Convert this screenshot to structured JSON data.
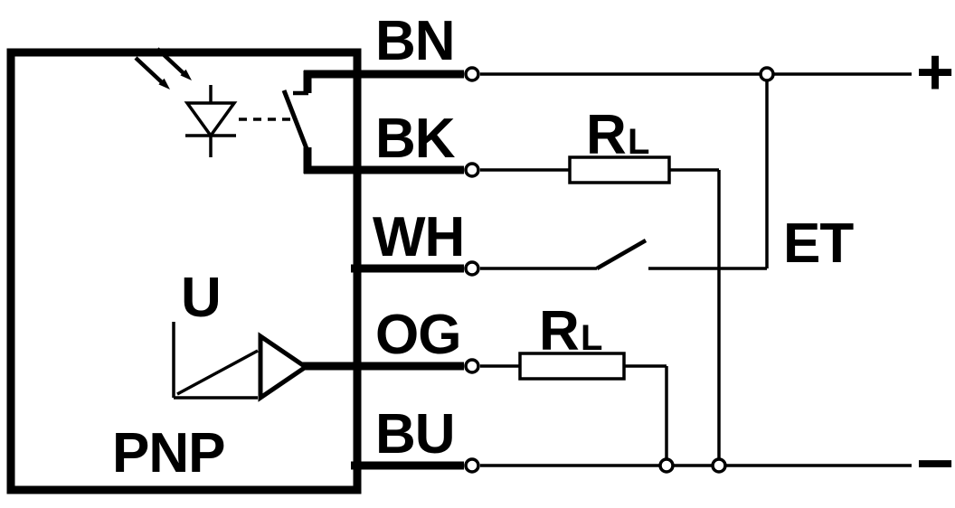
{
  "diagram": {
    "colors": {
      "ink": "#000000",
      "background": "#ffffff"
    },
    "device": {
      "label": "PNP",
      "output_graph_label": "U"
    },
    "wires": [
      {
        "label": "BN"
      },
      {
        "label": "BK"
      },
      {
        "label": "WH"
      },
      {
        "label": "OG"
      },
      {
        "label": "BU"
      }
    ],
    "resistors": [
      {
        "symbol": "R",
        "subscript": "L"
      },
      {
        "symbol": "R",
        "subscript": "L"
      }
    ],
    "external_input_label": "ET",
    "supply": {
      "positive": "+",
      "negative": "−"
    }
  }
}
